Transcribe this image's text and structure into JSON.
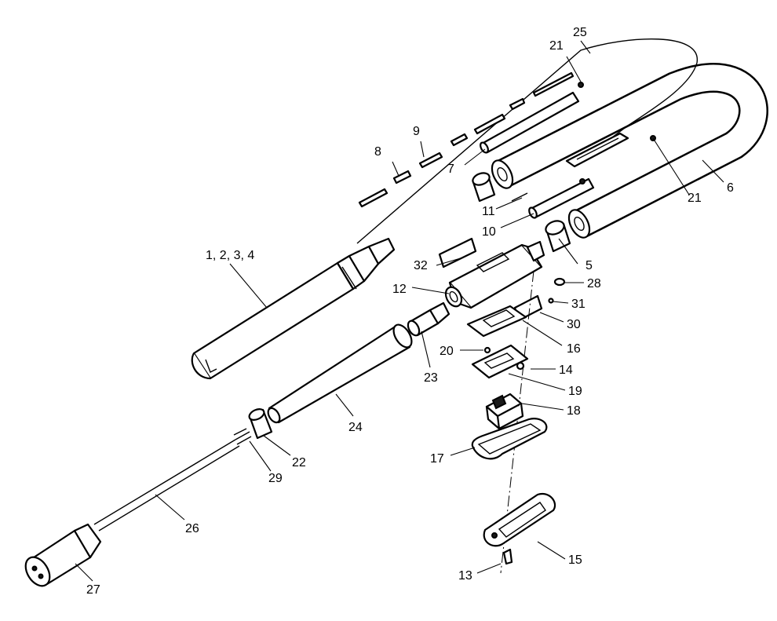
{
  "callouts": [
    {
      "id": "c1",
      "text": "1, 2, 3, 4"
    },
    {
      "id": "c5",
      "text": "5"
    },
    {
      "id": "c6",
      "text": "6"
    },
    {
      "id": "c7",
      "text": "7"
    },
    {
      "id": "c8",
      "text": "8"
    },
    {
      "id": "c9",
      "text": "9"
    },
    {
      "id": "c10",
      "text": "10"
    },
    {
      "id": "c11",
      "text": "11"
    },
    {
      "id": "c12",
      "text": "12"
    },
    {
      "id": "c13",
      "text": "13"
    },
    {
      "id": "c14",
      "text": "14"
    },
    {
      "id": "c15",
      "text": "15"
    },
    {
      "id": "c16",
      "text": "16"
    },
    {
      "id": "c17",
      "text": "17"
    },
    {
      "id": "c18",
      "text": "18"
    },
    {
      "id": "c19",
      "text": "19"
    },
    {
      "id": "c20",
      "text": "20"
    },
    {
      "id": "c21a",
      "text": "21"
    },
    {
      "id": "c21b",
      "text": "21"
    },
    {
      "id": "c22",
      "text": "22"
    },
    {
      "id": "c23",
      "text": "23"
    },
    {
      "id": "c24",
      "text": "24"
    },
    {
      "id": "c25",
      "text": "25"
    },
    {
      "id": "c26",
      "text": "26"
    },
    {
      "id": "c27",
      "text": "27"
    },
    {
      "id": "c28",
      "text": "28"
    },
    {
      "id": "c29",
      "text": "29"
    },
    {
      "id": "c30",
      "text": "30"
    },
    {
      "id": "c31",
      "text": "31"
    },
    {
      "id": "c32",
      "text": "32"
    }
  ]
}
